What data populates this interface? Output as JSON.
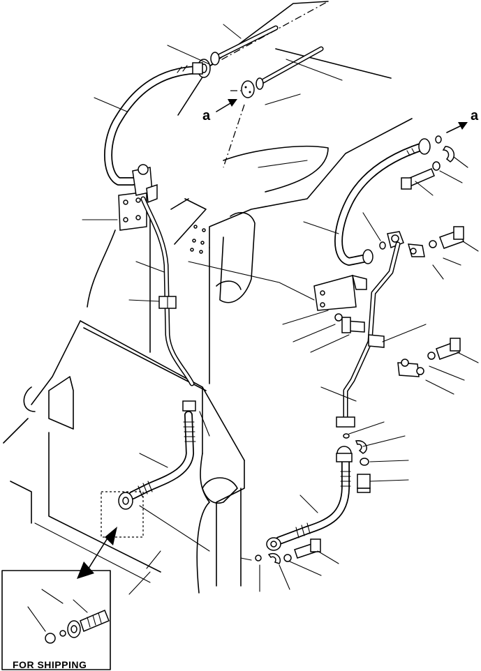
{
  "labels": {
    "view_a_left": "a",
    "view_a_right": "a",
    "inset_caption": "FOR SHIPPING"
  },
  "colors": {
    "ink": "#000000",
    "paper": "#ffffff"
  }
}
